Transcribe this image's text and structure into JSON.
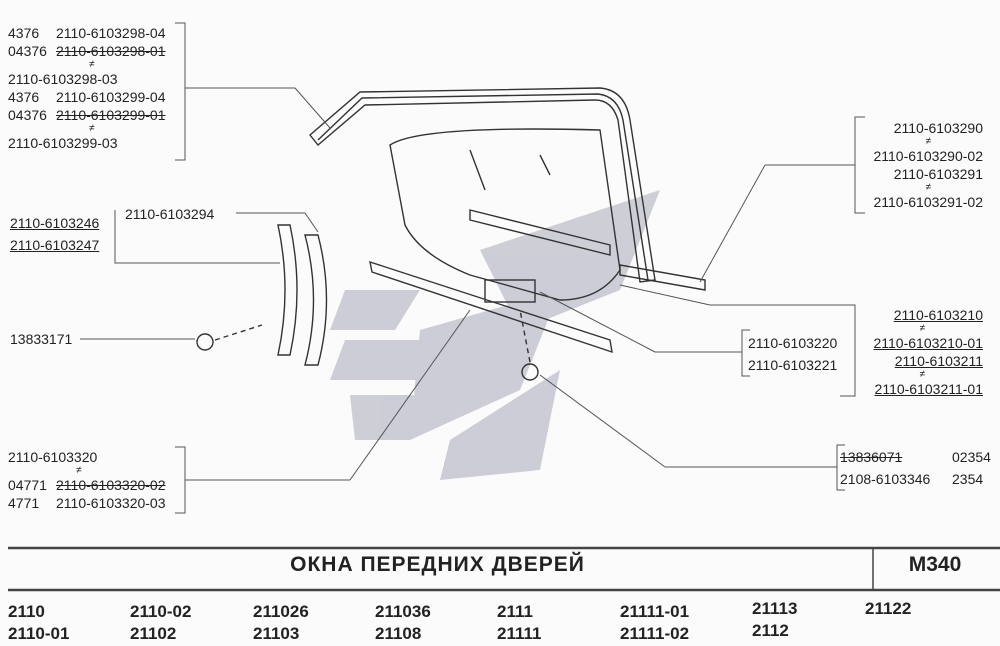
{
  "callouts": {
    "top_left": [
      {
        "prefix": "4376",
        "part": "2110-6103298-04"
      },
      {
        "prefix": "04376",
        "part": "2110-6103298-01"
      },
      {
        "prefix": "",
        "part": "2110-6103298-03"
      },
      {
        "prefix": "4376",
        "part": "2110-6103299-04"
      },
      {
        "prefix": "04376",
        "part": "2110-6103299-01"
      },
      {
        "prefix": "",
        "part": "2110-6103299-03"
      }
    ],
    "left_mid": [
      "2110-6103246",
      "2110-6103247"
    ],
    "left_mid_2": "2110-6103294",
    "bolt_left": "13833171",
    "bottom_left": [
      {
        "prefix": "",
        "part": "2110-6103320"
      },
      {
        "prefix": "04771",
        "part": "2110-6103320-02"
      },
      {
        "prefix": "4771",
        "part": "2110-6103320-03"
      }
    ],
    "right_top": [
      "2110-6103290",
      "2110-6103290-02",
      "2110-6103291",
      "2110-6103291-02"
    ],
    "right_mid_a": [
      "2110-6103220",
      "2110-6103221"
    ],
    "right_mid_b": [
      "2110-6103210",
      "2110-6103210-01",
      "2110-6103211",
      "2110-6103211-01"
    ],
    "right_bottom": [
      {
        "part": "13836071",
        "suffix": "02354"
      },
      {
        "part": "2108-6103346",
        "suffix": "2354"
      }
    ],
    "ne_symbol": "≠"
  },
  "footer": {
    "title": "ОКНА ПЕРЕДНИХ ДВЕРЕЙ",
    "code": "М340",
    "models": [
      [
        "2110",
        "2110-01"
      ],
      [
        "2110-02",
        "21102"
      ],
      [
        "211026",
        "21103"
      ],
      [
        "211036",
        "21108"
      ],
      [
        "2111",
        "21111"
      ],
      [
        "21111-01",
        "21111-02"
      ],
      [
        "21113",
        "2112"
      ],
      [
        "21122"
      ]
    ]
  }
}
